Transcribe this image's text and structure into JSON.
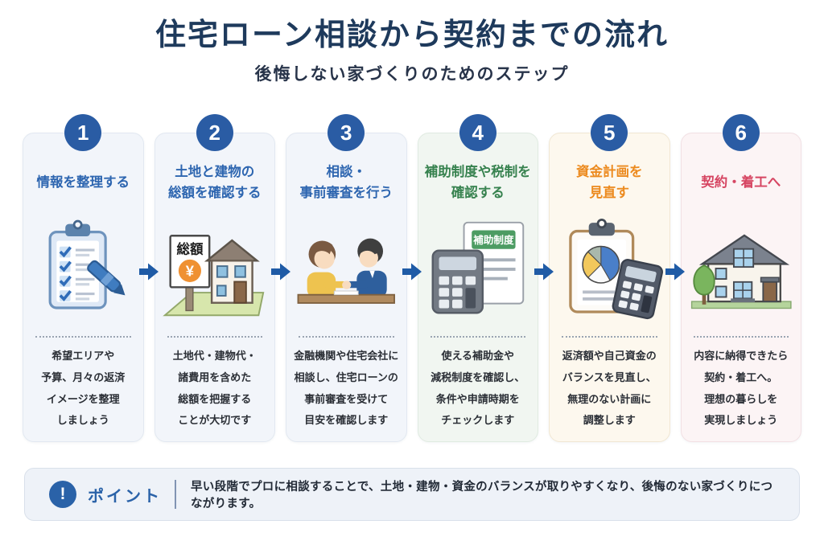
{
  "header": {
    "title": "住宅ローン相談から契約までの流れ",
    "subtitle": "後悔しない家づくりのためのステップ"
  },
  "steps": [
    {
      "number": "1",
      "accent_color": "#2e66b0",
      "title_lines": [
        "情報を整理する"
      ],
      "desc_lines": [
        "希望エリアや",
        "予算、月々の返済",
        "イメージを整理",
        "しましょう"
      ],
      "illustration": "clipboard-checklist-and-pen"
    },
    {
      "number": "2",
      "accent_color": "#2e66b0",
      "title_lines": [
        "土地と建物の",
        "総額を確認する"
      ],
      "desc_lines": [
        "土地代・建物代・",
        "諸費用を含めた",
        "総額を把握する",
        "ことが大切です"
      ],
      "illustration": "price-sign-and-house",
      "sign_label": "総額",
      "sign_symbol": "¥"
    },
    {
      "number": "3",
      "accent_color": "#2e66b0",
      "title_lines": [
        "相談・",
        "事前審査を行う"
      ],
      "desc_lines": [
        "金融機関や住宅会社に",
        "相談し、住宅ローンの",
        "事前審査を受けて",
        "目安を確認します"
      ],
      "illustration": "consultation-two-people"
    },
    {
      "number": "4",
      "accent_color": "#37824f",
      "title_lines": [
        "補助制度や税制を",
        "確認する"
      ],
      "desc_lines": [
        "使える補助金や",
        "減税制度を確認し、",
        "条件や申請時期を",
        "チェックします"
      ],
      "illustration": "calculator-and-subsidy-document",
      "badge_label": "補助制度"
    },
    {
      "number": "5",
      "accent_color": "#ec8a1e",
      "title_lines": [
        "資金計画を",
        "見直す"
      ],
      "desc_lines": [
        "返済額や自己資金の",
        "バランスを見直し、",
        "無理のない計画に",
        "調整します"
      ],
      "illustration": "clipboard-pie-chart-and-calculator"
    },
    {
      "number": "6",
      "accent_color": "#d64562",
      "title_lines": [
        "契約・着工へ"
      ],
      "desc_lines": [
        "内容に納得できたら",
        "契約・着工へ。",
        "理想の暮らしを",
        "実現しましょう"
      ],
      "illustration": "house-and-tree"
    }
  ],
  "point": {
    "icon": "exclamation-icon",
    "icon_glyph": "!",
    "label": "ポイント",
    "text": "早い段階でプロに相談することで、土地・建物・資金のバランスが取りやすくなり、後悔のない家づくりにつながります。"
  },
  "colors": {
    "title_navy": "#1e3a5c",
    "number_circle_blue": "#2a5ca4",
    "arrow_blue": "#1f5ba6",
    "step_blue": "#2e66b0",
    "step_green": "#37824f",
    "step_orange": "#ec8a1e",
    "step_red": "#d64562",
    "point_accent": "#2a62a8"
  }
}
